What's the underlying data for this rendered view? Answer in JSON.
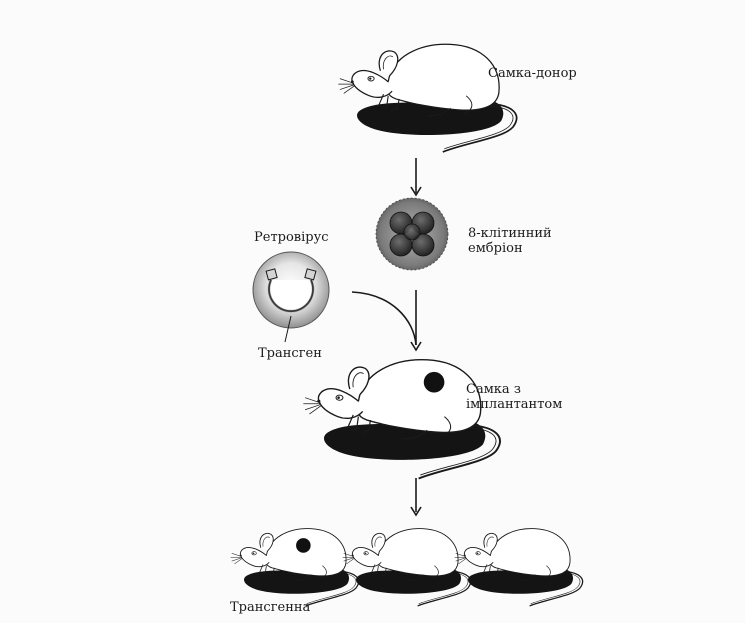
{
  "labels": {
    "donor_female": "Самка-донор",
    "embryo_line1": "8-клітинний",
    "embryo_line2": "ембріон",
    "retrovirus": "Ретровірус",
    "transgene": "Трансген",
    "implant_line1": "Самка з",
    "implant_line2": "імплантантом",
    "transgenic": "Трансгенна"
  },
  "colors": {
    "ink": "#1a1a1a",
    "shadow": "#141414",
    "embryo_bg": "#8a8a8a",
    "virus_bg": "#a0a0a0",
    "paper": "#fbfbfb"
  },
  "icons": [
    "mouse",
    "embryo",
    "retrovirus",
    "arrow"
  ]
}
